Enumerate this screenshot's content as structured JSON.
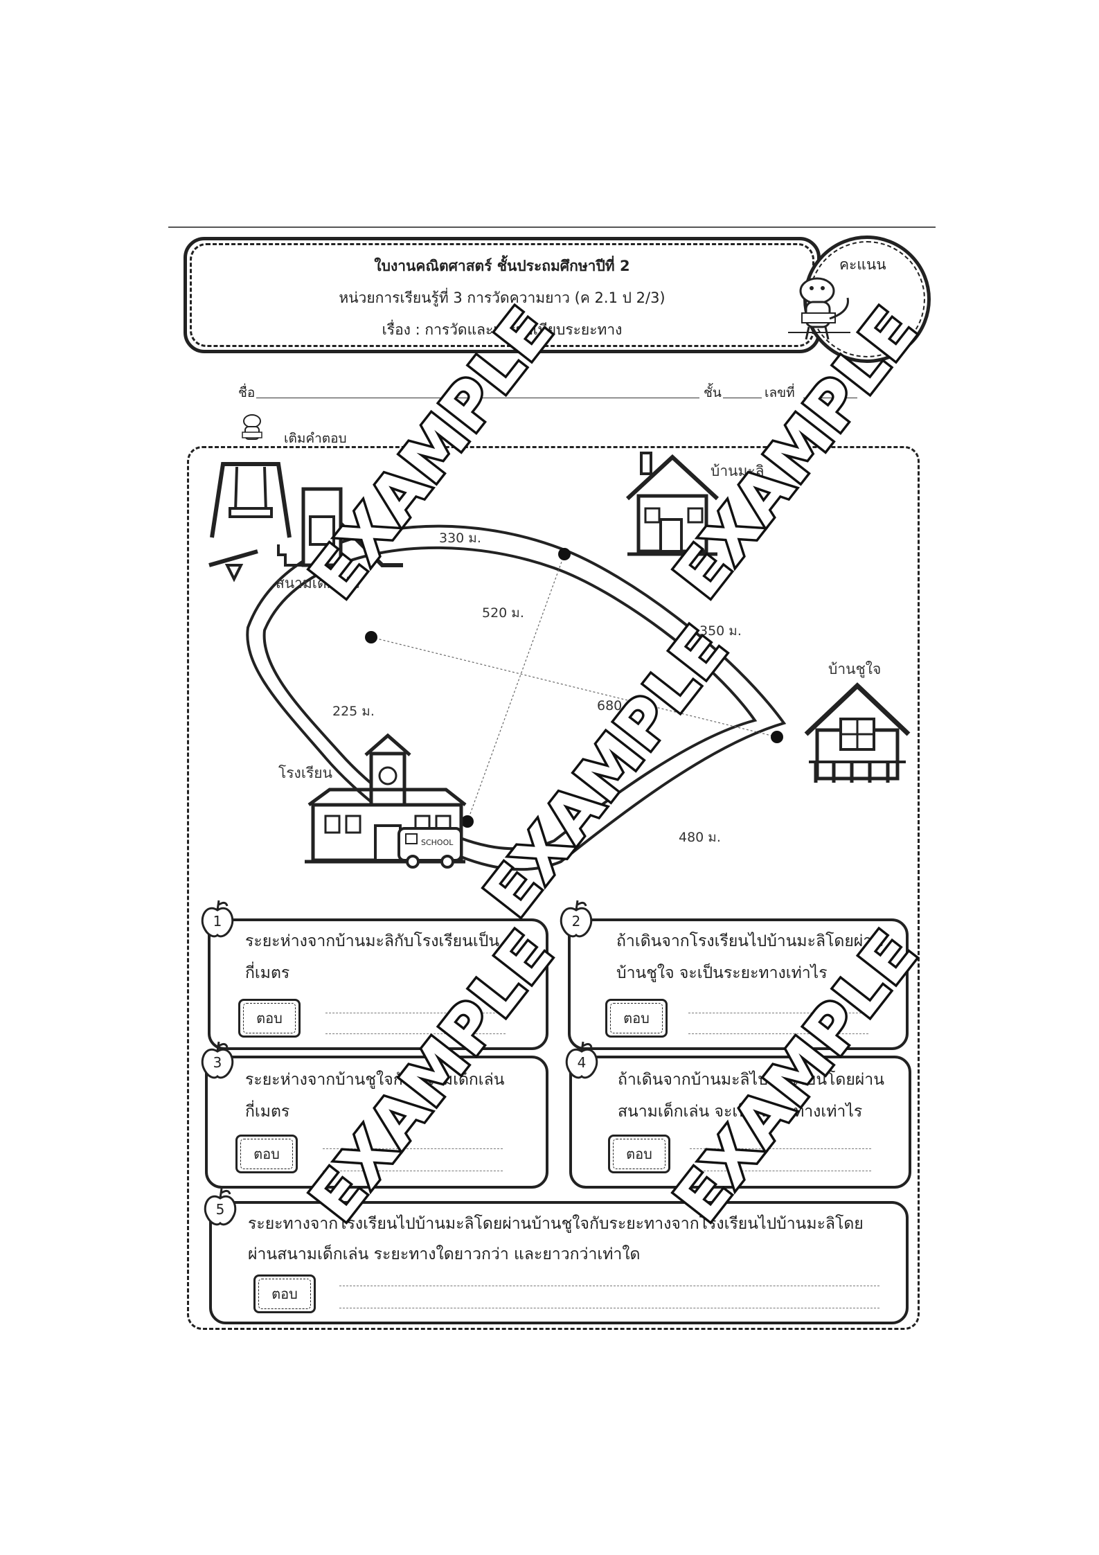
{
  "header": {
    "line1": "ใบงานคณิตศาสตร์ ชั้นประถมศึกษาปีที่ 2",
    "line2": "หน่วยการเรียนรู้ที่ 3   การวัดความยาว (ค 2.1 ป 2/3)",
    "line3": "เรื่อง : การวัดและเปรียบเทียบระยะทาง",
    "score_label": "คะแนน"
  },
  "fields": {
    "name_label": "ชื่อ",
    "class_label": "ชั้น",
    "number_label": "เลขที่"
  },
  "instruction": "เติมคำตอบ",
  "map": {
    "places": {
      "playground": "สนามเด็กเล่น",
      "house_mali": "บ้านมะลิ",
      "house_chujai": "บ้านชูใจ",
      "school": "โรงเรียน"
    },
    "distances": {
      "playground_mali": "330 ม.",
      "mali_chujai": "350 ม.",
      "playground_school": "225 ม.",
      "school_chujai": "480 ม.",
      "diag_mali_school": "520 ม.",
      "diag_playground_chujai": "680 ม."
    },
    "bus_label": "SCHOOL"
  },
  "questions": [
    {
      "num": "1",
      "text_l1": "ระยะห่างจากบ้านมะลิกับโรงเรียนเป็น",
      "text_l2": "กี่เมตร",
      "answer_label": "ตอบ"
    },
    {
      "num": "2",
      "text_l1": "ถ้าเดินจากโรงเรียนไปบ้านมะลิโดยผ่าน",
      "text_l2": "บ้านชูใจ จะเป็นระยะทางเท่าไร",
      "answer_label": "ตอบ"
    },
    {
      "num": "3",
      "text_l1": "ระยะห่างจากบ้านชูใจกับสนามเด็กเล่น",
      "text_l2": "กี่เมตร",
      "answer_label": "ตอบ"
    },
    {
      "num": "4",
      "text_l1": "ถ้าเดินจากบ้านมะลิไปโรงเรียนโดยผ่าน",
      "text_l2": "สนามเด็กเล่น จะเป็นระยะทางเท่าไร",
      "answer_label": "ตอบ"
    },
    {
      "num": "5",
      "text_l1": "ระยะทางจากโรงเรียนไปบ้านมะลิโดยผ่านบ้านชูใจกับระยะทางจากโรงเรียนไปบ้านมะลิโดย",
      "text_l2": "ผ่านสนามเด็กเล่น ระยะทางใดยาวกว่า และยาวกว่าเท่าใด",
      "answer_label": "ตอบ"
    }
  ],
  "watermark": "EXAMPLE"
}
